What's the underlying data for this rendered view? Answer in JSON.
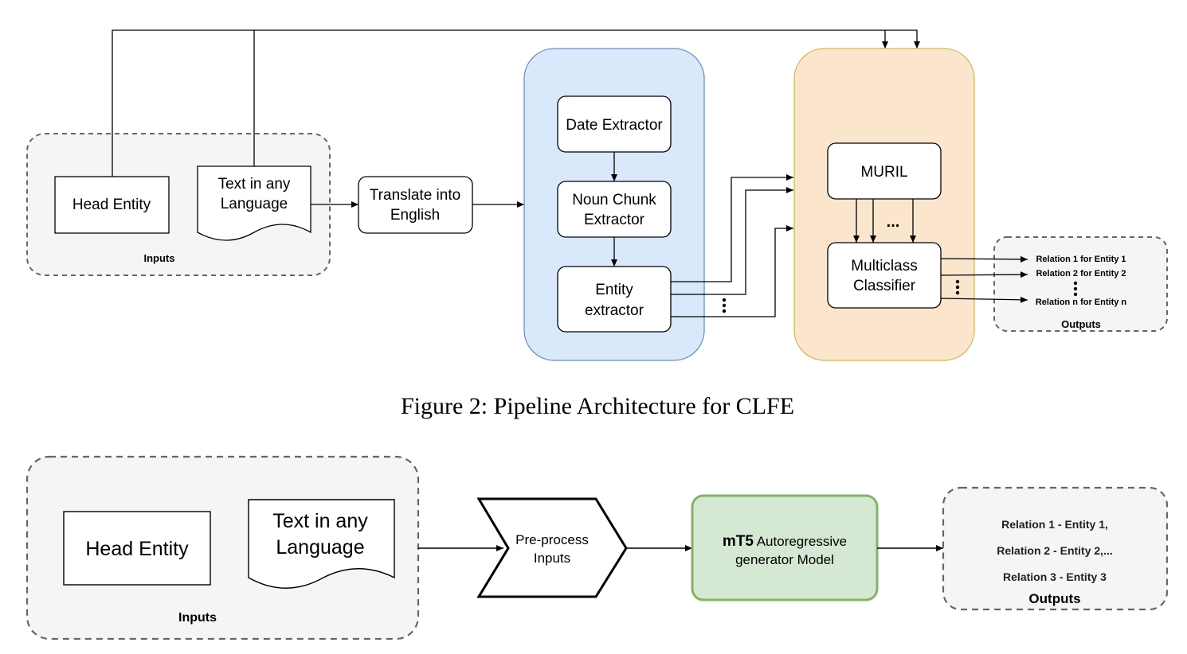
{
  "figure1": {
    "caption": "Figure 2: Pipeline Architecture for CLFE",
    "inputs": {
      "label": "Inputs",
      "head_entity": "Head Entity",
      "text_line1": "Text in any",
      "text_line2": "Language"
    },
    "translate": {
      "line1": "Translate into",
      "line2": "English"
    },
    "extractors": {
      "date": "Date Extractor",
      "noun_line1": "Noun Chunk",
      "noun_line2": "Extractor",
      "entity_line1": "Entity",
      "entity_line2": "extractor"
    },
    "model": {
      "muril": "MURIL",
      "classifier_line1": "Multiclass",
      "classifier_line2": "Classifier",
      "ellipsis": "..."
    },
    "outputs": {
      "label": "Outputs",
      "items": [
        "Relation 1 for Entity 1",
        "Relation 2 for Entity 2",
        "Relation n for Entity n"
      ]
    },
    "colors": {
      "extractor_panel": "#dae8fc",
      "model_panel": "#fbe6cd",
      "group_bg": "#f5f5f5"
    }
  },
  "figure2": {
    "inputs": {
      "label": "Inputs",
      "head_entity": "Head Entity",
      "text_line1": "Text in any",
      "text_line2": "Language"
    },
    "preprocess": {
      "line1": "Pre-process",
      "line2": "Inputs"
    },
    "model": {
      "bold": "mT5",
      "line1_rest": " Autoregressive",
      "line2": "generator Model"
    },
    "outputs": {
      "label": "Outputs",
      "items": [
        "Relation 1 - Entity 1,",
        "Relation 2 - Entity 2,...",
        "Relation 3 - Entity 3"
      ]
    },
    "colors": {
      "model_fill": "#d5e8d4",
      "model_stroke": "#82b366"
    }
  }
}
